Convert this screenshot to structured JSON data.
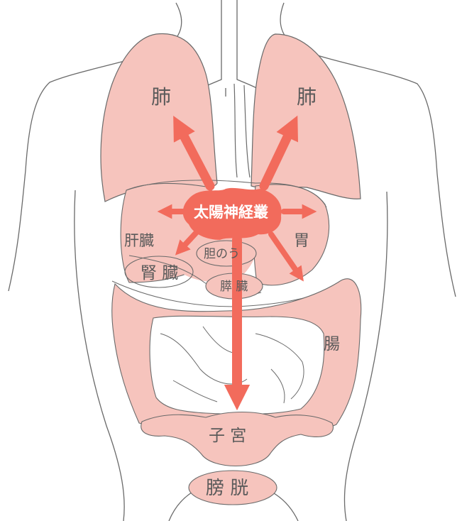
{
  "colors": {
    "organ_fill": "#f6c4bd",
    "outline": "#5d5d5d",
    "arrow": "#f26b5c",
    "plexus": "#f26b5c",
    "background": "#ffffff"
  },
  "labels": {
    "lung_left": "肺",
    "lung_right": "肺",
    "plexus": "太陽神経叢",
    "liver": "肝臓",
    "kidney": "腎 臓",
    "gallbladder": "胆のう",
    "stomach": "胃",
    "pancreas": "膵 臓",
    "intestine": "腸",
    "uterus": "子 宮",
    "bladder": "膀 胱"
  }
}
